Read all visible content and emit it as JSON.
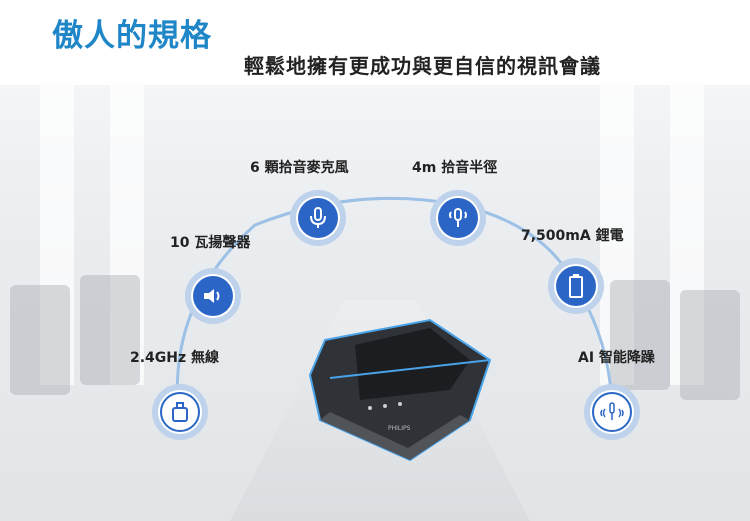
{
  "heading": {
    "title": "傲人的規格",
    "subtitle": "輕鬆地擁有更成功與更自信的視訊會議"
  },
  "features": [
    {
      "label": "6 顆拾音麥克風",
      "icon": "microphone-icon"
    },
    {
      "label": "4m 拾音半徑",
      "icon": "pickup-range-icon"
    },
    {
      "label": "10 瓦揚聲器",
      "icon": "speaker-icon"
    },
    {
      "label": "7,500mA 鋰電",
      "icon": "battery-icon"
    },
    {
      "label": "2.4GHz 無線",
      "icon": "wireless-dongle-icon"
    },
    {
      "label": "AI 智能降躁",
      "icon": "noise-reduction-icon"
    }
  ],
  "device": {
    "brand": "PHILIPS"
  },
  "colors": {
    "accent": "#1f86c8",
    "icon_blue": "#2b66c7",
    "ring": "#aac3e6"
  }
}
